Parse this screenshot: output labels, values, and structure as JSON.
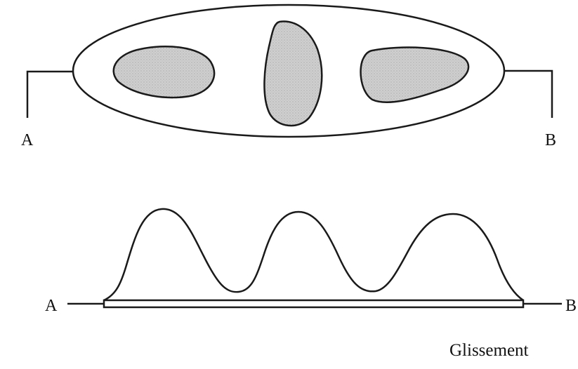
{
  "top_view": {
    "left_label": "A",
    "right_label": "B"
  },
  "profile_view": {
    "left_label": "A",
    "right_label": "B"
  },
  "caption": "Glissement",
  "colors": {
    "line": "#1a1a1a",
    "spot_fill": "#c9c9c9",
    "background": "#ffffff"
  }
}
